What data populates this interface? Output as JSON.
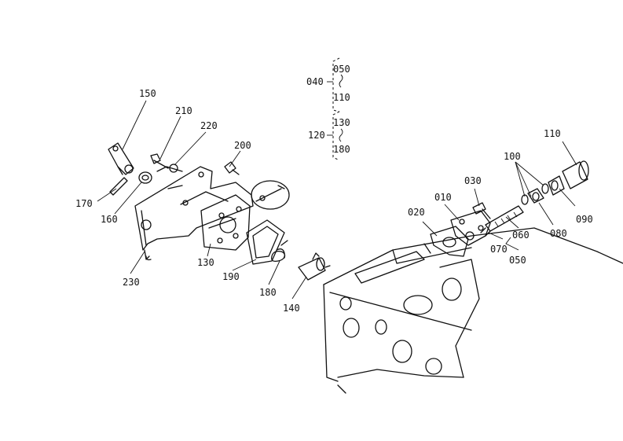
{
  "callouts": {
    "c150": "150",
    "c210": "210",
    "c220": "220",
    "c200": "200",
    "c170": "170",
    "c160": "160",
    "c230": "230",
    "c130": "130",
    "c190": "190",
    "c180": "180",
    "c140": "140",
    "c020": "020",
    "c010": "010",
    "c030": "030",
    "c100": "100",
    "c110": "110",
    "c090": "090",
    "c080": "080",
    "c060": "060",
    "c070": "070",
    "c050": "050"
  },
  "groups": {
    "g040": {
      "label": "040",
      "top": "050",
      "bottom": "110"
    },
    "g120": {
      "label": "120",
      "top": "130",
      "bottom": "180"
    }
  }
}
